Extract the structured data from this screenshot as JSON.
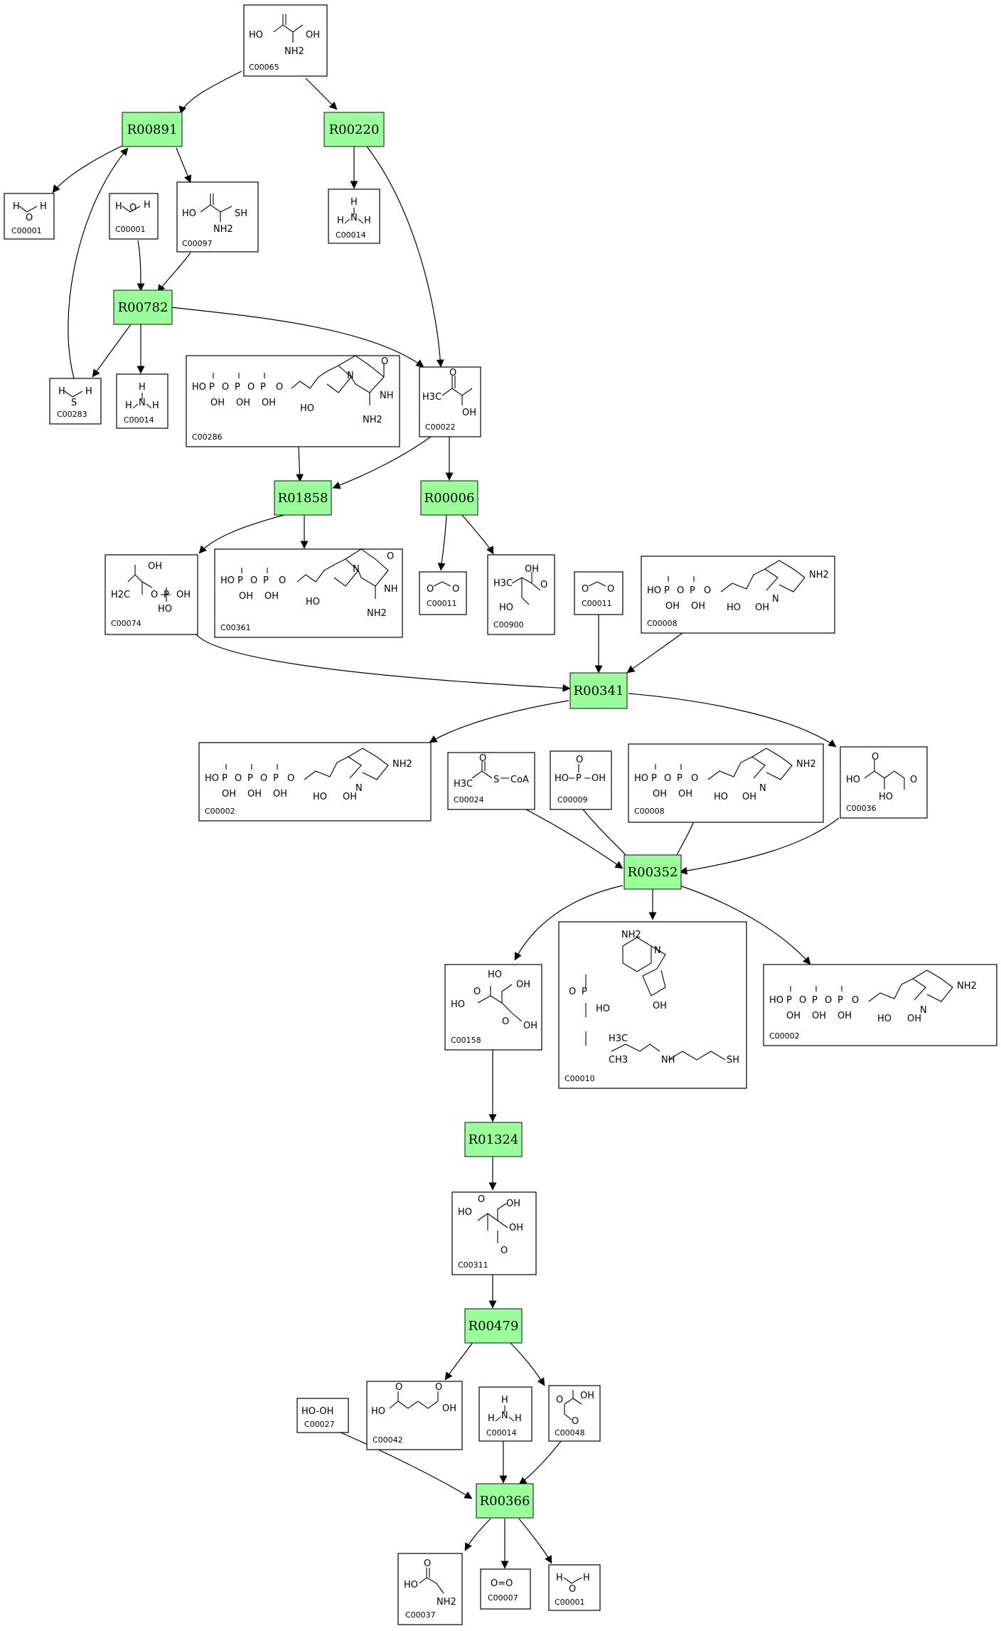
{
  "colors": {
    "reaction_fill": "#99ff99",
    "reaction_stroke": "#333333",
    "compound_fill": "#ffffff",
    "compound_stroke": "#000000",
    "edge": "#000000"
  },
  "compounds": {
    "c_top_serine": {
      "id": "C00065",
      "labels": [
        "HO",
        "OH",
        "NH2"
      ]
    },
    "c_water_a": {
      "id": "C00001",
      "labels": [
        "H",
        "O",
        "H"
      ]
    },
    "c_water_b": {
      "id": "C00001",
      "labels": [
        "H",
        "O",
        "H"
      ]
    },
    "c_cysteine": {
      "id": "C00097",
      "labels": [
        "HO",
        "SH",
        "NH2"
      ]
    },
    "c_nh3_a": {
      "id": "C00014",
      "labels": [
        "H",
        "N",
        "H",
        "H"
      ]
    },
    "c_h2s": {
      "id": "C00283",
      "labels": [
        "H",
        "S",
        "H"
      ]
    },
    "c_nh3_b": {
      "id": "C00014",
      "labels": [
        "H",
        "N",
        "H",
        "H"
      ]
    },
    "c_dgtp": {
      "id": "C00286",
      "labels": [
        "HO",
        "P",
        "O",
        "P",
        "O",
        "P",
        "O",
        "OH",
        "OH",
        "OH",
        "HO",
        "N",
        "NH",
        "NH2",
        "O"
      ]
    },
    "c_pyruvate": {
      "id": "C00022",
      "labels": [
        "H3C",
        "OH",
        "O"
      ]
    },
    "c_pep": {
      "id": "C00074",
      "labels": [
        "OH",
        "H2C",
        "O",
        "P",
        "OH",
        "HO"
      ]
    },
    "c_dgdp": {
      "id": "C00361",
      "labels": [
        "HO",
        "P",
        "O",
        "P",
        "O",
        "OH",
        "OH",
        "HO",
        "N",
        "NH",
        "NH2",
        "O"
      ]
    },
    "c_co2_a": {
      "id": "C00011",
      "labels": [
        "O",
        "O"
      ]
    },
    "c_c00900": {
      "id": "C00900",
      "labels": [
        "H3C",
        "OH",
        "O",
        "HO"
      ]
    },
    "c_co2_b": {
      "id": "C00011",
      "labels": [
        "O",
        "O"
      ]
    },
    "c_adp_a": {
      "id": "C00008",
      "labels": [
        "HO",
        "P",
        "O",
        "P",
        "O",
        "OH",
        "OH",
        "HO",
        "OH",
        "N",
        "NH2"
      ]
    },
    "c_atp_a": {
      "id": "C00002",
      "labels": [
        "HO",
        "P",
        "O",
        "P",
        "O",
        "P",
        "O",
        "OH",
        "OH",
        "OH",
        "HO",
        "OH",
        "N",
        "NH2"
      ]
    },
    "c_acetylcoa": {
      "id": "C00024",
      "labels": [
        "H3C",
        "S",
        "CoA",
        "O"
      ]
    },
    "c_phosphate": {
      "id": "C00009",
      "labels": [
        "HO",
        "P",
        "OH",
        "O"
      ]
    },
    "c_adp_b": {
      "id": "C00008",
      "labels": [
        "HO",
        "P",
        "O",
        "P",
        "O",
        "OH",
        "OH",
        "HO",
        "OH",
        "N",
        "NH2"
      ]
    },
    "c_oxaloacetate": {
      "id": "C00036",
      "labels": [
        "HO",
        "O",
        "O",
        "HO"
      ]
    },
    "c_citrate": {
      "id": "C00158",
      "labels": [
        "HO",
        "O",
        "HO",
        "OH",
        "OH",
        "O"
      ]
    },
    "c_coa": {
      "id": "C00010",
      "labels": [
        "NH2",
        "N",
        "OH",
        "HO",
        "P",
        "O",
        "H3C",
        "CH3",
        "NH",
        "SH"
      ]
    },
    "c_atp_b": {
      "id": "C00002",
      "labels": [
        "HO",
        "P",
        "O",
        "P",
        "O",
        "P",
        "O",
        "OH",
        "OH",
        "OH",
        "HO",
        "OH",
        "N",
        "NH2"
      ]
    },
    "c_isocitrate": {
      "id": "C00311",
      "labels": [
        "HO",
        "O",
        "OH",
        "OH",
        "O"
      ]
    },
    "c_h2o2": {
      "id": "C00027",
      "labels": [
        "HO-OH"
      ]
    },
    "c_succinate": {
      "id": "C00042",
      "labels": [
        "HO",
        "O",
        "OH",
        "O"
      ]
    },
    "c_nh3_c": {
      "id": "C00014",
      "labels": [
        "H",
        "N",
        "H",
        "H"
      ]
    },
    "c_glyoxylate": {
      "id": "C00048",
      "labels": [
        "O",
        "OH",
        "O"
      ]
    },
    "c_glycine": {
      "id": "C00037",
      "labels": [
        "HO",
        "O",
        "NH2"
      ]
    },
    "c_oxygen": {
      "id": "C00007",
      "labels": [
        "O=O"
      ]
    },
    "c_water_c": {
      "id": "C00001",
      "labels": [
        "H",
        "O",
        "H"
      ]
    }
  },
  "reactions": {
    "r_r00891": {
      "id": "R00891"
    },
    "r_r00220": {
      "id": "R00220"
    },
    "r_r00782": {
      "id": "R00782"
    },
    "r_r01858": {
      "id": "R01858"
    },
    "r_r00006": {
      "id": "R00006"
    },
    "r_r00341": {
      "id": "R00341"
    },
    "r_r00352": {
      "id": "R00352"
    },
    "r_r01324": {
      "id": "R01324"
    },
    "r_r00479": {
      "id": "R00479"
    },
    "r_r00366": {
      "id": "R00366"
    }
  }
}
